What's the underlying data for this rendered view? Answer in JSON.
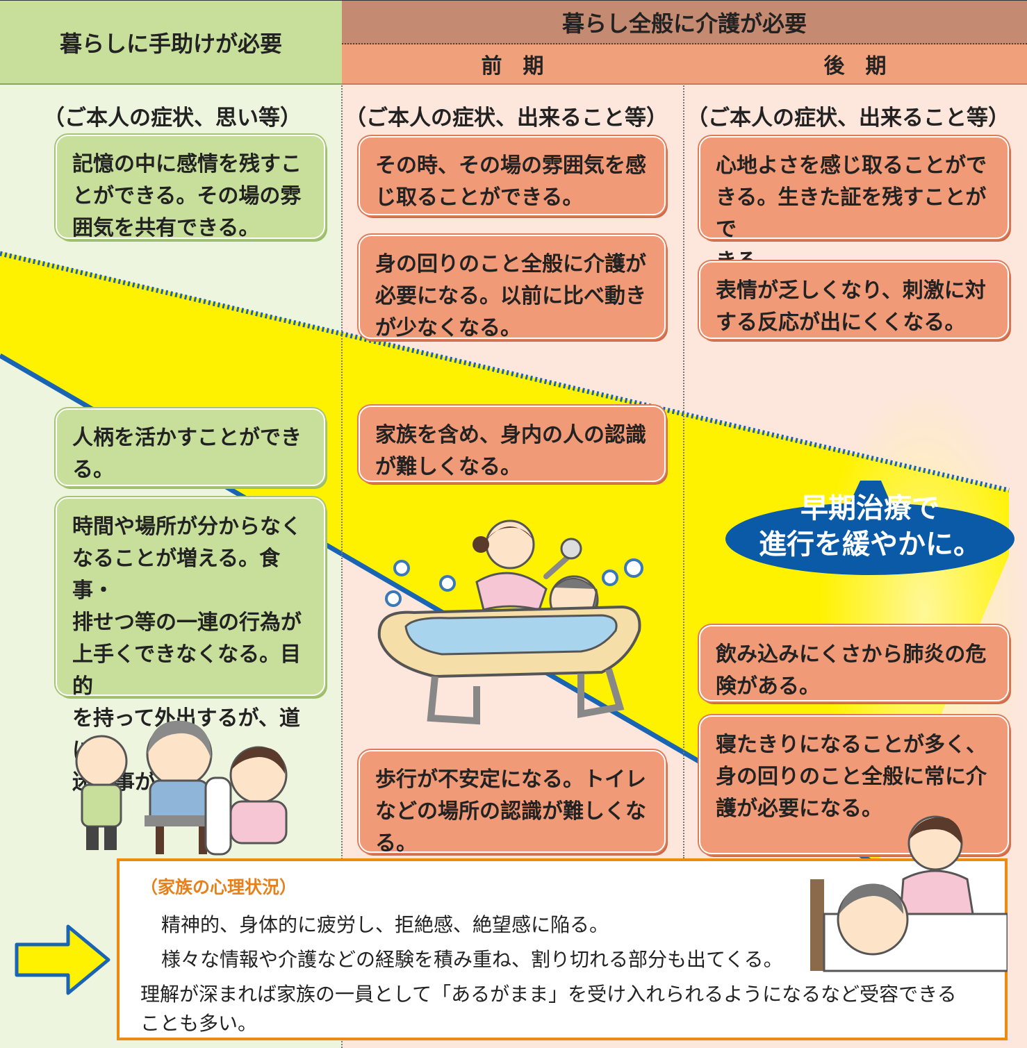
{
  "headers": {
    "col1": "暮らしに手助けが必要",
    "group": "暮らし全般に介護が必要",
    "early": "前　期",
    "late": "後　期"
  },
  "subheaders": {
    "col1": "（ご本人の症状、思い等）",
    "col2": "（ご本人の症状、出来ること等）",
    "col3": "（ご本人の症状、出来ること等）"
  },
  "cards": {
    "c1a": [
      "記憶の中に感情を残すこ",
      "とができる。その場の雰",
      "囲気を共有できる。"
    ],
    "c1b": [
      "人柄を活かすことができ",
      "る。"
    ],
    "c1c": [
      "時間や場所が分からなく",
      "なることが増える。食事・",
      "排せつ等の一連の行為が",
      "上手くできなくなる。目的",
      "を持って外出するが、道に",
      "迷う事がある。"
    ],
    "c2a": [
      "その時、その場の雰囲気を感",
      "じ取ることができる。"
    ],
    "c2b": [
      "身の回りのこと全般に介護が",
      "必要になる。以前に比べ動き",
      "が少なくなる。"
    ],
    "c2c": [
      "家族を含め、身内の人の認識",
      "が難しくなる。"
    ],
    "c2d": [
      "歩行が不安定になる。トイレ",
      "などの場所の認識が難しくな",
      "る。"
    ],
    "c3a": [
      "心地よさを感じ取ることがで",
      "きる。生きた証を残すことがで",
      "きる。"
    ],
    "c3b": [
      "表情が乏しくなり、刺激に対",
      "する反応が出にくくなる。"
    ],
    "c3c": [
      "飲み込みにくさから肺炎の危",
      "険がある。"
    ],
    "c3d": [
      "寝たきりになることが多く、",
      "身の回りのこと全般に常に介",
      "護が必要になる。"
    ]
  },
  "callout": [
    "早期治療で",
    "進行を緩やかに。"
  ],
  "family": {
    "title": "（家族の心理状況）",
    "lines": [
      "精神的、身体的に疲労し、拒絶感、絶望感に陥る。",
      "様々な情報や介護などの経験を積み重ね、割り切れる部分も出てくる。",
      "理解が深まれば家族の一員として「あるがまま」を受け入れられるようになるなど受容できる",
      "ことも多い。"
    ]
  },
  "icons": [
    "arrow-right-icon",
    "caregiver-bath-illustration",
    "family-illustration",
    "bedridden-care-illustration"
  ],
  "colors": {
    "green_header": "#c8df9c",
    "green_bg": "#eef5de",
    "brown_header": "#c48a72",
    "salmon_header": "#f0a07a",
    "pink_bg": "#fde6dc",
    "yellow_band": "#fff200",
    "blue_line": "#1a64b4",
    "callout_blue": "#0a5aa8",
    "family_border": "#ef8a10"
  }
}
